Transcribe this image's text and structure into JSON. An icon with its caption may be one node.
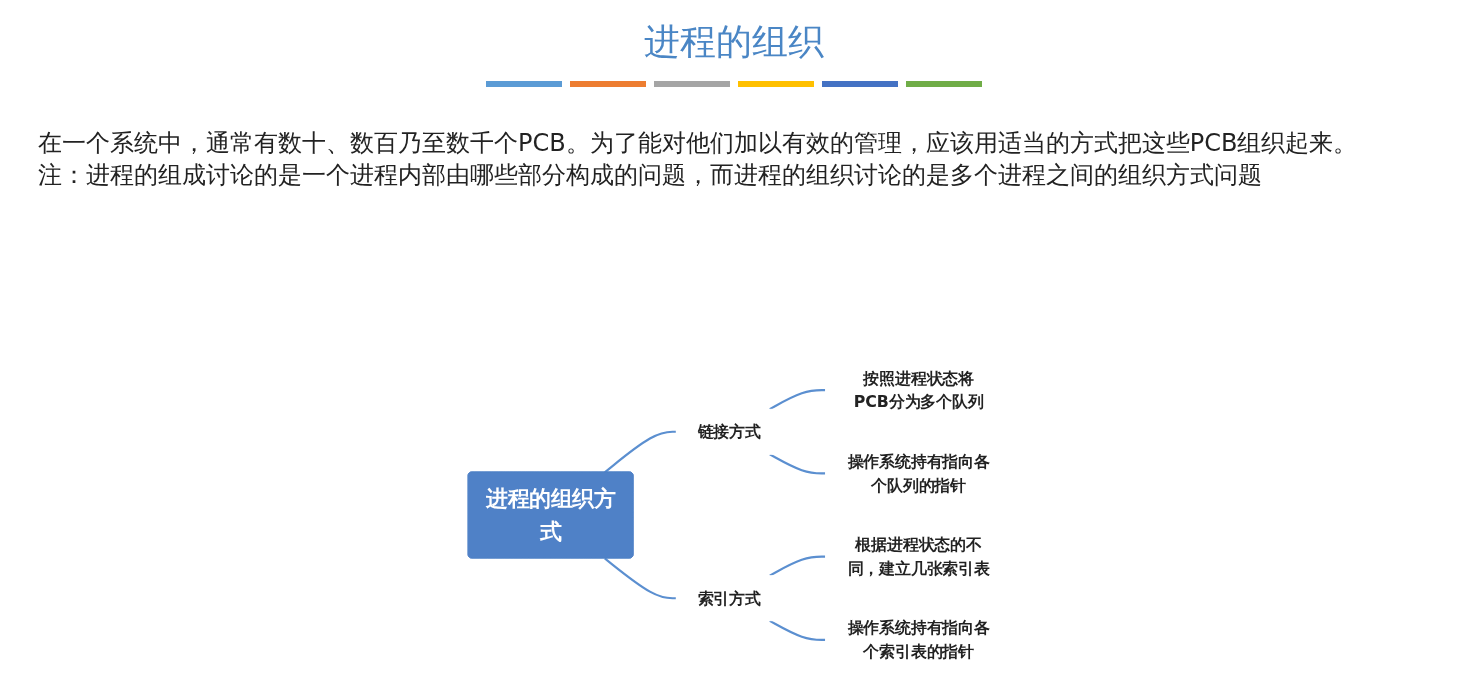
{
  "diagram": {
    "title": "进程的组织",
    "nodes": [
      {
        "text": [
          "进程的组织方式"
        ]
      },
      {
        "text": [
          "链接方式"
        ]
      },
      {
        "text": [
          "按照进程状态将PCB分为多个队列"
        ]
      },
      {
        "text": [
          "操作系统持有指向各个队列的指针"
        ]
      },
      {
        "text": [
          "索引方式"
        ]
      },
      {
        "text": [
          "根据进程状态的不同，建立几张索引表"
        ]
      },
      {
        "text": [
          "操作系统持有指向各个索引表的指针"
        ]
      }
    ],
    "edges": [
      {
        "from": 0,
        "to": 1,
        "arrow": "none"
      },
      {
        "from": 1,
        "to": 2,
        "arrow": "none"
      },
      {
        "from": 1,
        "to": 3,
        "arrow": "none"
      },
      {
        "from": 0,
        "to": 4,
        "arrow": "none"
      },
      {
        "from": 4,
        "to": 5,
        "arrow": "none"
      },
      {
        "from": 4,
        "to": 6,
        "arrow": "none"
      }
    ],
    "labels": [
      "在一个系统中，通常有数十、数百乃至数千个PCB。为了能对他们加以有效的管理，应该用适当的方式把这些PCB组织起来。",
      "注：进程的组成讨论的是一个进程内部由哪些部分构成的问题，而进程的组织讨论的是多个进程之间的组织方式问题"
    ]
  }
}
